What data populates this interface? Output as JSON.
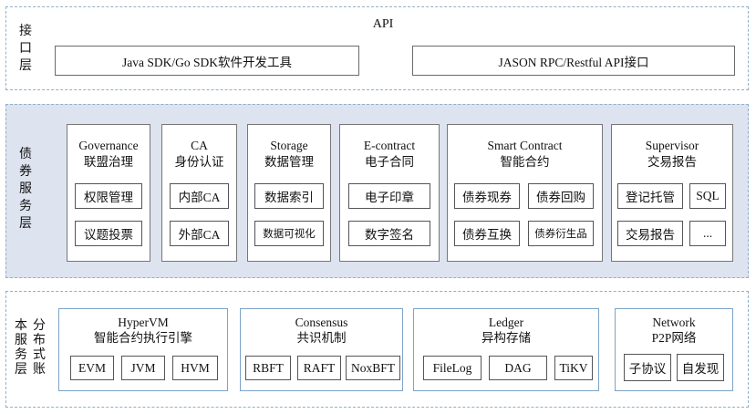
{
  "interface_layer": {
    "label": "接口层",
    "title": "API",
    "sdk_box": "Java SDK/Go SDK软件开发工具",
    "rpc_box": "JASON RPC/Restful API接口"
  },
  "service_layer": {
    "label": "债券服务层",
    "groups": [
      {
        "title": "Governance",
        "subtitle": "联盟治理",
        "items": [
          "权限管理",
          "议题投票"
        ]
      },
      {
        "title": "CA",
        "subtitle": "身份认证",
        "items": [
          "内部CA",
          "外部CA"
        ]
      },
      {
        "title": "Storage",
        "subtitle": "数据管理",
        "items": [
          "数据索引",
          "数据可视化"
        ]
      },
      {
        "title": "E-contract",
        "subtitle": "电子合同",
        "items": [
          "电子印章",
          "数字签名"
        ]
      },
      {
        "title": "Smart Contract",
        "subtitle": "智能合约",
        "items": [
          "债券现券",
          "债券回购",
          "债券互换",
          "债券衍生品"
        ]
      },
      {
        "title": "Supervisor",
        "subtitle": "交易报告",
        "items": [
          "登记托管",
          "SQL",
          "交易报告",
          "..."
        ]
      }
    ]
  },
  "ledger_layer": {
    "label_left": "本服务层",
    "label_right": "分布式账",
    "groups": [
      {
        "title": "HyperVM",
        "subtitle": "智能合约执行引擎",
        "items": [
          "EVM",
          "JVM",
          "HVM"
        ]
      },
      {
        "title": "Consensus",
        "subtitle": "共识机制",
        "items": [
          "RBFT",
          "RAFT",
          "NoxBFT"
        ]
      },
      {
        "title": "Ledger",
        "subtitle": "异构存储",
        "items": [
          "FileLog",
          "DAG",
          "TiKV"
        ]
      },
      {
        "title": "Network",
        "subtitle": "P2P网络",
        "items": [
          "子协议",
          "自发现"
        ]
      }
    ]
  }
}
